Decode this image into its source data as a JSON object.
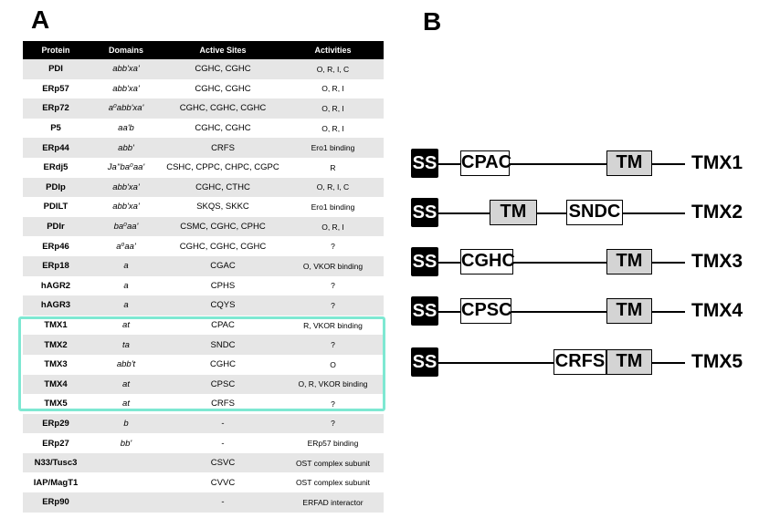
{
  "panel_a_label": "A",
  "panel_b_label": "B",
  "table": {
    "headers": [
      "Protein",
      "Domains",
      "Active Sites",
      "Activities"
    ],
    "rows": [
      {
        "protein": "PDI",
        "domains": "abb'xa'",
        "sites": "CGHC, CGHC",
        "activities": "O, R, I, C"
      },
      {
        "protein": "ERp57",
        "domains": "abb'xa'",
        "sites": "CGHC, CGHC",
        "activities": "O, R, I"
      },
      {
        "protein": "ERp72",
        "domains": "a⁰abb'xa'",
        "sites": "CGHC, CGHC, CGHC",
        "activities": "O, R, I"
      },
      {
        "protein": "P5",
        "domains": "aa'b",
        "sites": "CGHC, CGHC",
        "activities": "O, R, I"
      },
      {
        "protein": "ERp44",
        "domains": "abb'",
        "sites": "CRFS",
        "activities": "Ero1 binding"
      },
      {
        "protein": "ERdj5",
        "domains": "Ja''ba⁰aa'",
        "sites": "CSHC, CPPC, CHPC, CGPC",
        "activities": "R"
      },
      {
        "protein": "PDIp",
        "domains": "abb'xa'",
        "sites": "CGHC, CTHC",
        "activities": "O, R, I, C"
      },
      {
        "protein": "PDILT",
        "domains": "abb'xa'",
        "sites": "SKQS, SKKC",
        "activities": "Ero1 binding"
      },
      {
        "protein": "PDIr",
        "domains": "ba⁰aa'",
        "sites": "CSMC, CGHC, CPHC",
        "activities": "O, R, I"
      },
      {
        "protein": "ERp46",
        "domains": "a⁰aa'",
        "sites": "CGHC, CGHC, CGHC",
        "activities": "?"
      },
      {
        "protein": "ERp18",
        "domains": "a",
        "sites": "CGAC",
        "activities": "O, VKOR binding"
      },
      {
        "protein": "hAGR2",
        "domains": "a",
        "sites": "CPHS",
        "activities": "?"
      },
      {
        "protein": "hAGR3",
        "domains": "a",
        "sites": "CQYS",
        "activities": "?"
      },
      {
        "protein": "TMX1",
        "domains": "at",
        "sites": "CPAC",
        "activities": "R, VKOR binding"
      },
      {
        "protein": "TMX2",
        "domains": "ta",
        "sites": "SNDC",
        "activities": "?"
      },
      {
        "protein": "TMX3",
        "domains": "abb't",
        "sites": "CGHC",
        "activities": "O"
      },
      {
        "protein": "TMX4",
        "domains": "at",
        "sites": "CPSC",
        "activities": "O, R, VKOR binding"
      },
      {
        "protein": "TMX5",
        "domains": "at",
        "sites": "CRFS",
        "activities": "?"
      },
      {
        "protein": "ERp29",
        "domains": "b",
        "sites": "-",
        "activities": "?"
      },
      {
        "protein": "ERp27",
        "domains": "bb'",
        "sites": "-",
        "activities": "ERp57 binding"
      },
      {
        "protein": "N33/Tusc3",
        "domains": "",
        "sites": "CSVC",
        "activities": "OST complex subunit"
      },
      {
        "protein": "IAP/MagT1",
        "domains": "",
        "sites": "CVVC",
        "activities": "OST complex subunit"
      },
      {
        "protein": "ERp90",
        "domains": "",
        "sites": "-",
        "activities": "ERFAD interactor"
      }
    ]
  },
  "diagram": {
    "rows": [
      {
        "name": "TMX1",
        "ss": "SS",
        "boxes": [
          {
            "label": "CPAC",
            "kind": "motif",
            "x": 0.0
          },
          {
            "label": "TM",
            "kind": "tm"
          }
        ]
      },
      {
        "name": "TMX2",
        "ss": "SS",
        "boxes": [
          {
            "label": "TM",
            "kind": "tm"
          },
          {
            "label": "SNDC",
            "kind": "motif"
          }
        ]
      },
      {
        "name": "TMX3",
        "ss": "SS",
        "boxes": [
          {
            "label": "CGHC",
            "kind": "motif"
          },
          {
            "label": "TM",
            "kind": "tm"
          }
        ]
      },
      {
        "name": "TMX4",
        "ss": "SS",
        "boxes": [
          {
            "label": "CPSC",
            "kind": "motif"
          },
          {
            "label": "TM",
            "kind": "tm"
          }
        ]
      },
      {
        "name": "TMX5",
        "ss": "SS",
        "boxes": [
          {
            "label": "CRFS",
            "kind": "motif"
          },
          {
            "label": "TM",
            "kind": "tm"
          }
        ]
      }
    ]
  }
}
